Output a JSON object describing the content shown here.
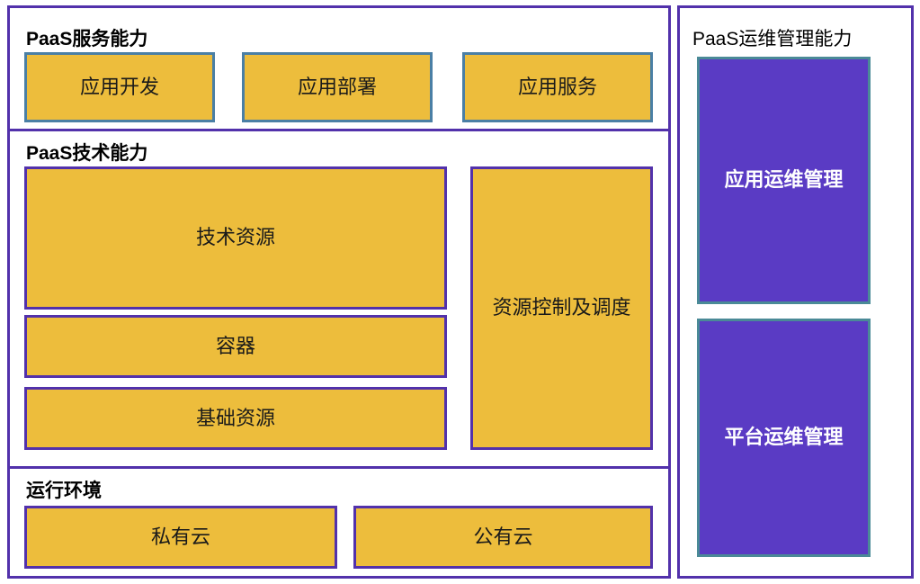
{
  "diagram": {
    "title_visible": false,
    "colors": {
      "tile_fill": "#edbd3c",
      "tile_border_purple": "#5231ab",
      "tile_border_steel": "#4a7fa5",
      "ops_tile_fill": "#5a3bc4",
      "ops_tile_border": "#4a8a97",
      "frame_border": "#5231ab",
      "background": "#ffffff",
      "text_dark": "#1a1a1a",
      "text_light": "#ffffff"
    }
  },
  "left_panel": {
    "sections": [
      {
        "id": "paas-service",
        "title": "PaaS服务能力",
        "tiles": [
          {
            "label": "应用开发"
          },
          {
            "label": "应用部署"
          },
          {
            "label": "应用服务"
          }
        ]
      },
      {
        "id": "paas-technology",
        "title": "PaaS技术能力",
        "tiles": [
          {
            "label": "技术资源"
          },
          {
            "label": "容器"
          },
          {
            "label": "基础资源"
          },
          {
            "label": "资源控制及调度"
          }
        ]
      },
      {
        "id": "runtime-environment",
        "title": "运行环境",
        "tiles": [
          {
            "label": "私有云"
          },
          {
            "label": "公有云"
          }
        ]
      }
    ]
  },
  "right_panel": {
    "title": "PaaS运维管理能力",
    "tiles": [
      {
        "label": "应用运维管理"
      },
      {
        "label": "平台运维管理"
      }
    ]
  }
}
